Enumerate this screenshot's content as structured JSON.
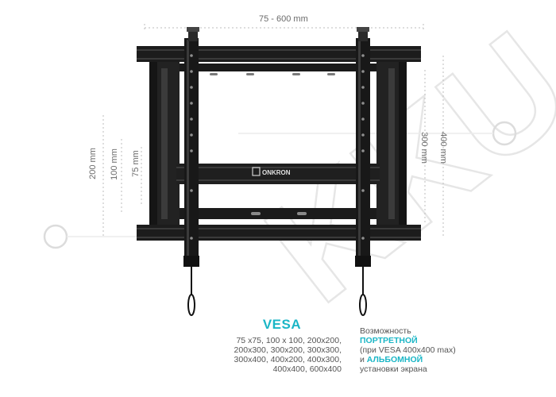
{
  "brand": {
    "logo_text": "ONKRON",
    "watermark_text": "KKU"
  },
  "dimensions": {
    "width_range": "75 - 600 mm",
    "h200": "200 mm",
    "h100": "100 mm",
    "h75": "75 mm",
    "h300": "300 mm",
    "h400": "400 mm"
  },
  "vesa": {
    "title": "VESA",
    "lines": [
      "75 x75, 100 x 100, 200x200,",
      "200x300, 300x200, 300x300,",
      "300x400, 400x200, 400x300,",
      "400x400, 600x400"
    ]
  },
  "orientation": {
    "line1": "Возможность",
    "portrait": "ПОРТРЕТНОЙ",
    "line3": "(при VESA 400x400 max)",
    "and": "и",
    "landscape": "АЛЬБОМНОЙ",
    "line5": "установки экрана"
  },
  "colors": {
    "accent": "#1bb6c6",
    "metal": "#1c1c1c",
    "text": "#555555"
  }
}
